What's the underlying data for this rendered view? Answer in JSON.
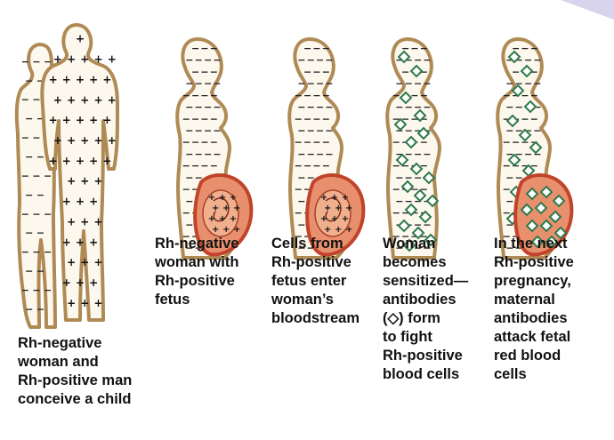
{
  "panels": [
    {
      "id": "conceive",
      "caption": "Rh-negative\nwoman and\nRh-positive man\nconceive a child"
    },
    {
      "id": "pregnant",
      "caption": "Rh-negative\nwoman with\nRh-positive\nfetus"
    },
    {
      "id": "cells-enter",
      "caption": "Cells from\nRh-positive\nfetus enter\nwoman’s\nbloodstream"
    },
    {
      "id": "sensitized",
      "caption": "Woman\nbecomes\nsensitized—\nantibodies\n(◇) form\nto fight\nRh-positive\nblood cells"
    },
    {
      "id": "next-pregnancy",
      "caption": "In the next\nRh-positive\npregnancy,\nmaternal\nantibodies\nattack fetal\nred blood\ncells"
    }
  ],
  "symbols": {
    "rh_negative": "−",
    "rh_positive": "+",
    "antibody": "◇"
  },
  "colors": {
    "outline": "#b08a55",
    "body_fill": "#fdf8ee",
    "uterus": "#e8906e",
    "uterus_edge": "#c0442a",
    "antibody": "#2e7a4a",
    "text": "#111111"
  }
}
